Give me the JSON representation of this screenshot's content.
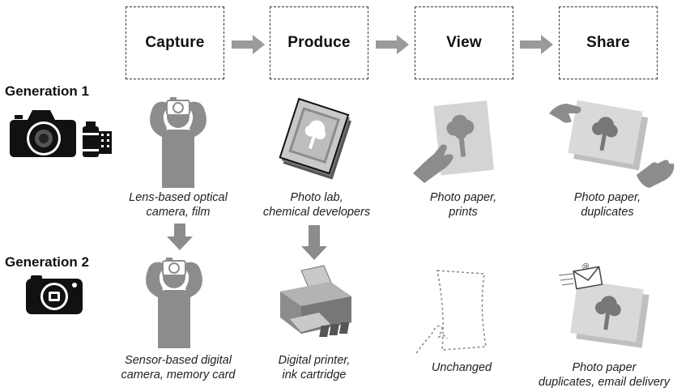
{
  "stages": [
    {
      "label": "Capture"
    },
    {
      "label": "Produce"
    },
    {
      "label": "View"
    },
    {
      "label": "Share"
    }
  ],
  "generations": [
    {
      "label": "Generation 1",
      "captions": [
        {
          "line1": "Lens-based optical",
          "line2": "camera, film"
        },
        {
          "line1": "Photo lab,",
          "line2": "chemical developers"
        },
        {
          "line1": "Photo paper,",
          "line2": "prints"
        },
        {
          "line1": "Photo paper,",
          "line2": "duplicates"
        }
      ]
    },
    {
      "label": "Generation 2",
      "captions": [
        {
          "line1": "Sensor-based digital",
          "line2": "camera, memory card"
        },
        {
          "line1": "Digital printer,",
          "line2": "ink cartridge"
        },
        {
          "line1": "Unchanged",
          "line2": ""
        },
        {
          "line1": "Photo paper",
          "line2": "duplicates, email delivery"
        }
      ]
    }
  ],
  "icons": {
    "gen1_device": "film-camera-and-roll-icon",
    "gen2_device": "compact-digital-camera-icon",
    "photographer": "photographer-icon",
    "photo_lab": "photo-lab-stack-icon",
    "printer": "inkjet-printer-icon",
    "print_in_hand": "hand-holding-print-icon",
    "outline_print": "outline-print-icon",
    "shared_prints": "shared-prints-icon",
    "email": "email-envelope-icon"
  },
  "colors": {
    "gray": "#8c8c8c",
    "light_gray": "#c9c9c9",
    "dark": "#111111",
    "arrow": "#9a9a9a"
  }
}
